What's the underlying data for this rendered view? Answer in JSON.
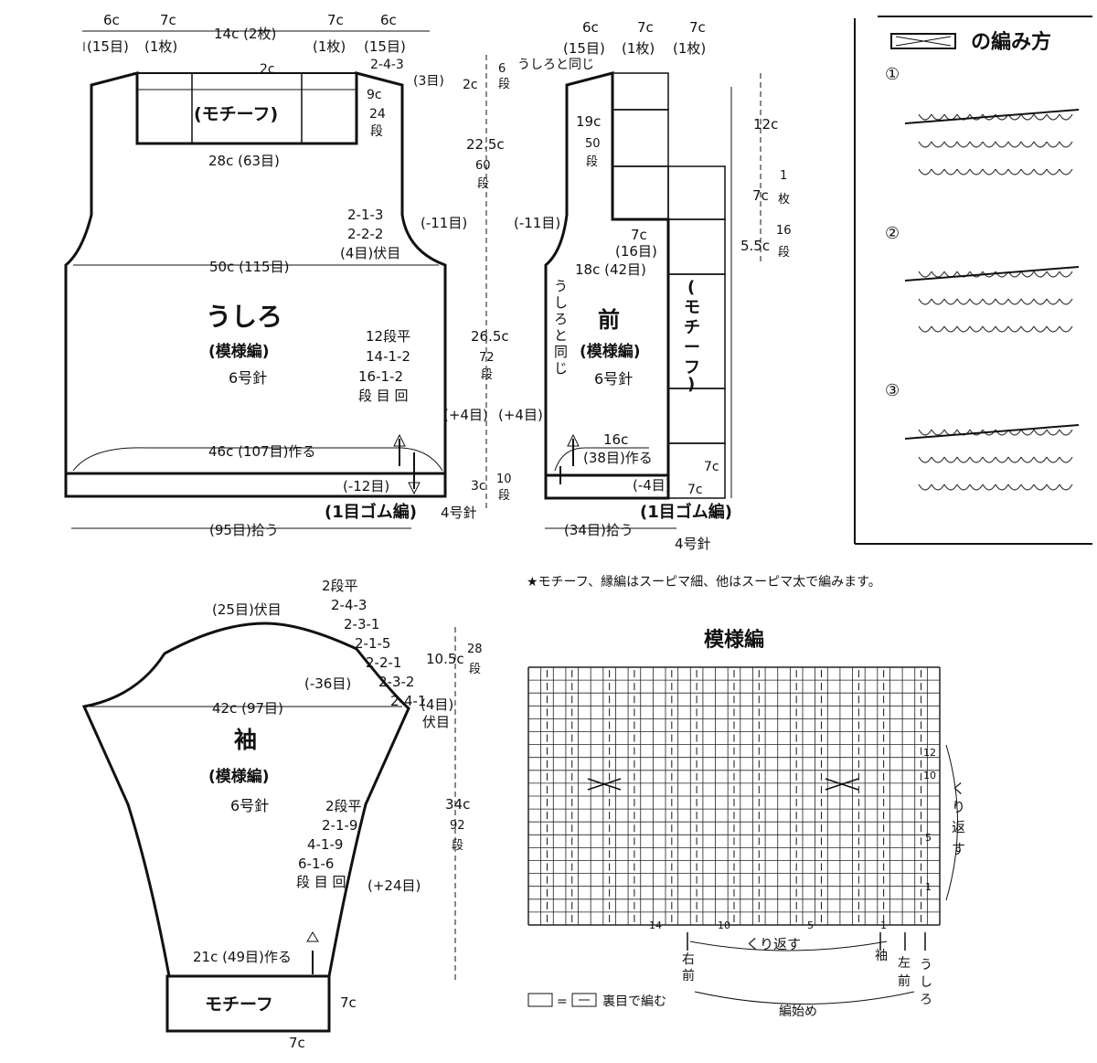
{
  "back": {
    "top_widths": [
      "6c",
      "7c",
      "14c (2枚)",
      "7c",
      "6c"
    ],
    "top_stitches": [
      "(15目)",
      "(1枚)",
      "(1枚)",
      "(15目)"
    ],
    "neck_2c": "2c",
    "shoulder_dec": "2-4-3",
    "shoulder_dec_rows": "(3目)",
    "motif_label": "(モチーフ)",
    "motif_h": "9c",
    "motif_h_rows": [
      "24",
      "段"
    ],
    "neck_width": "28c (63目)",
    "arm_dec": [
      "2-1-3",
      "2-2-2",
      "(4目)伏目"
    ],
    "arm_dec_total": "(-11目)",
    "chest_width": "50c (115目)",
    "title": "うしろ",
    "pattern": "(模様編)",
    "needle": "6号針",
    "side_inc": [
      "12段平",
      "14-1-2",
      "16-1-2",
      "段 目 回"
    ],
    "side_inc_total": "(+4目)",
    "cast_on": "46c (107目)作る",
    "rib_dec": "(-12目)",
    "rib_label": "(1目ゴム編)",
    "rib_needle": "4号針",
    "pickup": "(95目)拾う"
  },
  "heights": {
    "h1": "2c",
    "h1_rows": [
      "6",
      "段"
    ],
    "h2": "22.5c",
    "h2_rows": [
      "60",
      "段"
    ],
    "h3": "26.5c",
    "h3_rows": [
      "72",
      "段"
    ],
    "h4": "3c",
    "h4_rows": [
      "10",
      "段"
    ]
  },
  "front": {
    "top_widths": [
      "6c",
      "7c",
      "7c"
    ],
    "top_stitches": [
      "(15目)",
      "(1枚)",
      "(1枚)"
    ],
    "same_as_back": "うしろと同じ",
    "neck_h": "19c",
    "neck_h_rows": [
      "50",
      "段"
    ],
    "arm_dec_total": "(-11目)",
    "neck_w": "7c",
    "neck_w_st": "(16目)",
    "chest": "18c (42目)",
    "same_vertical": [
      "う",
      "し",
      "ろ",
      "と",
      "同",
      "じ"
    ],
    "title": "前",
    "pattern": "(模様編)",
    "needle": "6号針",
    "motif_vertical": [
      "(",
      "モ",
      "チ",
      "ー",
      "フ",
      ")"
    ],
    "right_12c": "12c",
    "right_7c": "7c",
    "right_55c": "5.5c",
    "right_1mai": [
      "1",
      "枚"
    ],
    "right_16rows": [
      "16",
      "段"
    ],
    "side_inc_total": "(+4目)",
    "cast_on_w": "16c",
    "cast_on_st": "(38目)作る",
    "rib_dec": "(-4目)",
    "motif_7c_a": "7c",
    "motif_7c_b": "7c",
    "rib_label": "(1目ゴム編)",
    "pickup": "(34目)拾う",
    "rib_needle": "4号針"
  },
  "note": "★モチーフ、縁編はスーピマ細、他はスーピマ太で編みます。",
  "howto": {
    "title": "の編み方",
    "steps": [
      "①",
      "②",
      "③"
    ]
  },
  "sleeve": {
    "bind": "(25目)伏目",
    "cap_dec": [
      "2段平",
      "2-4-3",
      "2-3-1",
      "2-1-5",
      "2-2-1",
      "2-3-2",
      "2-4-1"
    ],
    "cap_total": "(-36目)",
    "cap_h": "10.5c",
    "cap_h_rows": [
      "28",
      "段"
    ],
    "underarm": [
      "(4目)",
      "伏目"
    ],
    "width": "42c (97目)",
    "title": "袖",
    "pattern": "(模様編)",
    "needle": "6号針",
    "side_inc": [
      "2段平",
      "2-1-9",
      "4-1-9",
      "6-1-6",
      "段 目 回"
    ],
    "side_total": "(+24目)",
    "len": "34c",
    "len_rows": [
      "92",
      "段"
    ],
    "cast_on": "21c (49目)作る",
    "motif": "モチーフ",
    "motif_h": "7c",
    "motif_w": "7c"
  },
  "chart": {
    "title": "模様編",
    "row_labels": [
      "12",
      "10",
      "5",
      "1"
    ],
    "col_labels": [
      "14",
      "10",
      "5",
      "1"
    ],
    "repeat_v": [
      "く",
      "り",
      "返",
      "す"
    ],
    "repeat_h": "くり返す",
    "mark_right_front": [
      "右",
      "前"
    ],
    "mark_sleeve": "袖",
    "mark_left_front": [
      "左",
      "前"
    ],
    "mark_back": [
      "う",
      "し",
      "ろ"
    ],
    "legend_eq": "=",
    "legend_text": "裏目で編む",
    "start": "編始め"
  }
}
